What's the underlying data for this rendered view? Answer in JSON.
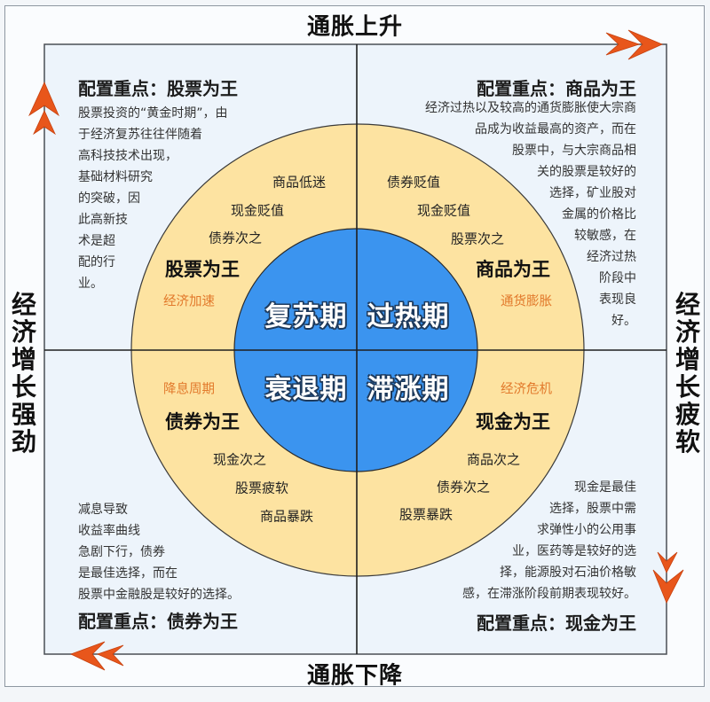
{
  "axes": {
    "top_title": "通胀上升",
    "bottom_title": "通胀下降",
    "left_title": "经济增长强劲",
    "right_title": "经济增长疲软"
  },
  "colors": {
    "inner_circle_blue": "#3b94ef",
    "outer_ring_yellow": "#fde3a1",
    "panel_background": "#edf4fb",
    "arrow_orange": "#e8561b",
    "driver_text_orange": "#e27a2c"
  },
  "quadrants": {
    "top_left": {
      "heading": "配置重点：股票为王",
      "paragraph": [
        "股票投资的“黄金时期”，由",
        "于经济复苏往往伴随着",
        "高科技技术出现，",
        "基础材料研究",
        "的突破，因",
        "此高新技",
        "术是超",
        "配的行",
        "业。"
      ],
      "phase": "复苏期",
      "ring": {
        "items": [
          "商品低迷",
          "现金贬值",
          "债券次之"
        ],
        "king": "股票为王",
        "driver": "经济加速"
      }
    },
    "top_right": {
      "heading": "配置重点：商品为王",
      "paragraph": [
        "经济过热以及较高的通货膨胀使大宗商",
        "品成为收益最高的资产，而在",
        "股票中，与大宗商品相",
        "关的股票是较好的",
        "选择，矿业股对",
        "金属的价格比",
        "较敏感，在",
        "经济过热",
        "阶段中",
        "表现良",
        "好。"
      ],
      "phase": "过热期",
      "ring": {
        "items": [
          "债券贬值",
          "现金贬值",
          "股票次之"
        ],
        "king": "商品为王",
        "driver": "通货膨胀"
      }
    },
    "bottom_left": {
      "heading": "配置重点：债券为王",
      "paragraph": [
        "减息导致",
        "收益率曲线",
        "急剧下行，债券",
        "是最佳选择，而在",
        "股票中金融股是较好的选择。"
      ],
      "phase": "衰退期",
      "ring": {
        "items": [
          "现金次之",
          "股票疲软",
          "商品暴跌"
        ],
        "king": "债券为王",
        "driver": "降息周期"
      }
    },
    "bottom_right": {
      "heading": "配置重点：现金为王",
      "paragraph": [
        "现金是最佳",
        "选择，股票中需",
        "求弹性小的公用事",
        "业，医药等是较好的选",
        "择，能源股对石油价格敏",
        "感，在滞涨阶段前期表现较好。"
      ],
      "phase": "滞涨期",
      "ring": {
        "items": [
          "商品次之",
          "债券次之",
          "股票暴跌"
        ],
        "king": "现金为王",
        "driver": "经济危机"
      }
    }
  }
}
